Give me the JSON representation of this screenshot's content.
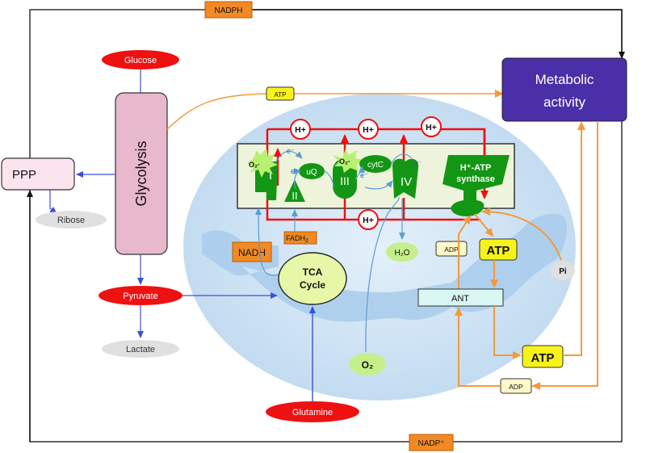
{
  "labels": {
    "nadph": "NADPH",
    "nadp": "NADP⁺",
    "glucose": "Glucose",
    "glycolysis": "Glycolysis",
    "ppp": "PPP",
    "ribose": "Ribose",
    "pyruvate": "Pyruvate",
    "lactate": "Lactate",
    "glutamine": "Glutamine",
    "metabolic_activity_line1": "Metabolic",
    "metabolic_activity_line2": "activity",
    "atp_small": "ATP",
    "atp": "ATP",
    "adp": "ADP",
    "pi": "Pi",
    "ant": "ANT",
    "nadh": "NADH",
    "fadh": "FADH",
    "fadh_sub": "2",
    "tca_line1": "TCA",
    "tca_line2": "Cycle",
    "o2": "O₂",
    "h2o": "H₂O",
    "h_plus": "H+",
    "superoxide": "O₂·",
    "electron": "e⁻",
    "complex_1": "I",
    "complex_2": "II",
    "complex_3": "III",
    "complex_4": "IV",
    "uq": "uQ",
    "cytc": "cytC",
    "atp_synthase_line1": "H⁺-ATP",
    "atp_synthase_line2": "synthase"
  },
  "colors": {
    "red": "#ee1111",
    "pink": "#e8b8cc",
    "orange": "#f28a24",
    "orange_line": "#f39a3a",
    "blue_line": "#3b50d6",
    "light_blue_line": "#5b9bd5",
    "purple": "#4b2fa8",
    "green": "#139613",
    "light_green": "#d8f0a8",
    "yellow": "#f7f31a",
    "cream": "#fcf8c8",
    "ant_fill": "#d8f6f2",
    "ellipse_fill": "#cfe4f5",
    "membrane_fill": "#eef4dc",
    "grey": "#e0e0e0"
  }
}
